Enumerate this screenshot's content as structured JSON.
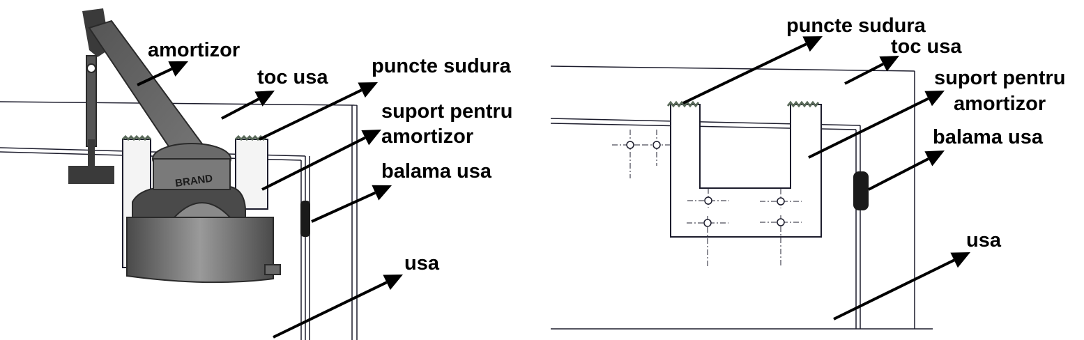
{
  "colors": {
    "ink": "#000000",
    "line": "#1c1c2c",
    "closer_body": "#6e6e6e",
    "closer_shadow": "#3a3a3a",
    "weld": "#5a6a5a",
    "background": "#ffffff"
  },
  "left_figure": {
    "labels": {
      "amortizor": "amortizor",
      "toc_usa": "toc usa",
      "puncte_sudura": "puncte sudura",
      "suport_line1": "suport pentru",
      "suport_line2": "amortizor",
      "balama_usa": "balama usa",
      "usa": "usa"
    },
    "brand_text": "BRAND"
  },
  "right_figure": {
    "labels": {
      "puncte_sudura": "puncte sudura",
      "toc_usa": "toc usa",
      "suport_line1": "suport pentru",
      "suport_line2": "amortizor",
      "balama_usa": "balama usa",
      "usa": "usa"
    }
  }
}
